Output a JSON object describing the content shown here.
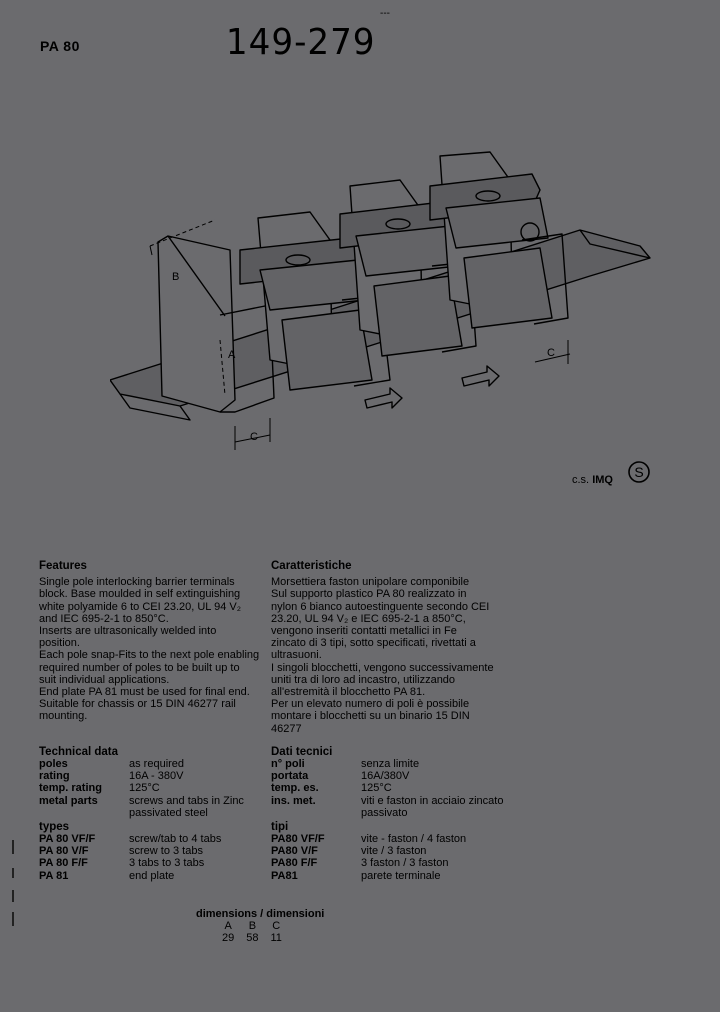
{
  "header": {
    "model": "PA 80",
    "handwritten_number": "149-279",
    "top_mark": "---"
  },
  "figure": {
    "dimension_labels": {
      "a": "A",
      "b": "B",
      "c": "C"
    }
  },
  "certification": {
    "prefix": "c.s.",
    "mark": "IMQ",
    "symbol": "S"
  },
  "english": {
    "features_title": "Features",
    "features_lines": [
      "Single pole interlocking barrier terminals",
      "block. Base moulded in self extinguishing",
      "white polyamide 6 to CEI 23.20, UL 94 V₂",
      "and IEC 695-2-1 to 850°C.",
      "Inserts are ultrasonically welded into",
      "position.",
      "Each pole snap-Fits to the next pole enabling",
      "required number of poles to be built up to",
      "suit individual applications.",
      "End plate PA 81 must be used for final end.",
      "Suitable for chassis or 15 DIN 46277 rail",
      "mounting."
    ],
    "technical_title": "Technical data",
    "technical_rows": [
      {
        "key": "poles",
        "value": "as required"
      },
      {
        "key": "rating",
        "value": "16A - 380V"
      },
      {
        "key": "temp. rating",
        "value": "125°C"
      },
      {
        "key": "metal parts",
        "value": "screws and tabs in Zinc"
      },
      {
        "key": "",
        "value": "passivated steel"
      }
    ],
    "types_title": "types",
    "types_rows": [
      {
        "key": "PA 80 VF/F",
        "value": "screw/tab to 4 tabs"
      },
      {
        "key": "PA 80 V/F",
        "value": "screw to 3 tabs"
      },
      {
        "key": "PA 80 F/F",
        "value": "3 tabs to 3 tabs"
      },
      {
        "key": "PA 81",
        "value": "end plate"
      }
    ]
  },
  "italian": {
    "features_title": "Caratteristiche",
    "features_lines": [
      "Morsettiera faston unipolare componibile",
      "Sul supporto plastico PA 80 realizzato in",
      "nylon 6 bianco autoestinguente secondo CEI",
      "23.20, UL 94 V₂ e IEC 695-2-1 a 850°C,",
      "vengono inseriti contatti metallici in Fe",
      "zincato di 3 tipi, sotto specificati, rivettati a",
      "ultrasuoni.",
      "I singoli blocchetti, vengono successivamente",
      "uniti tra di loro ad incastro, utilizzando",
      "all'estremità il blocchetto PA 81.",
      "Per un elevato numero di poli è possibile",
      "montare i blocchetti su un binario 15 DIN",
      "46277"
    ],
    "technical_title": "Dati tecnici",
    "technical_rows": [
      {
        "key": "n° poli",
        "value": "senza limite"
      },
      {
        "key": "portata",
        "value": "16A/380V"
      },
      {
        "key": "temp. es.",
        "value": "125°C"
      },
      {
        "key": "ins. met.",
        "value": "viti e faston in acciaio zincato"
      },
      {
        "key": "",
        "value": "passivato"
      }
    ],
    "types_title": "tipi",
    "types_rows": [
      {
        "key": "PA80 VF/F",
        "value": "vite - faston / 4 faston"
      },
      {
        "key": "PA80 V/F",
        "value": "vite / 3 faston"
      },
      {
        "key": "PA80 F/F",
        "value": "3 faston / 3 faston"
      },
      {
        "key": "PA81",
        "value": "parete terminale"
      }
    ]
  },
  "dimensions": {
    "title": "dimensions / dimensioni",
    "headers": [
      "A",
      "B",
      "C"
    ],
    "values": [
      "29",
      "58",
      "11"
    ]
  }
}
